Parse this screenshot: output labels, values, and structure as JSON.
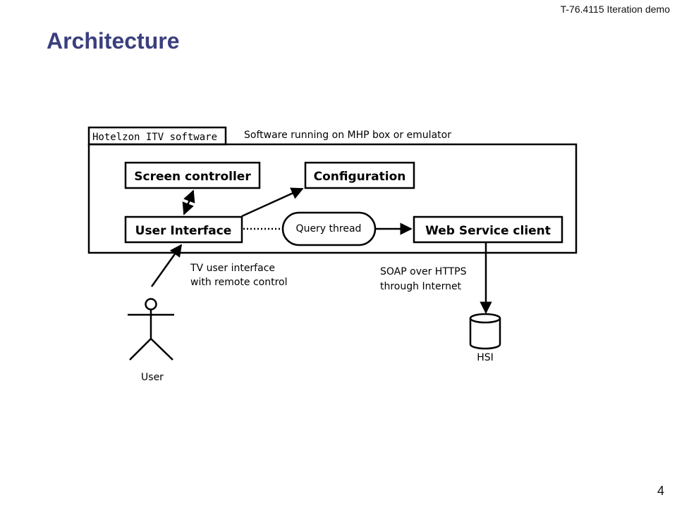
{
  "header": {
    "course": "T-76.4115 Iteration demo"
  },
  "slide": {
    "title": "Architecture",
    "page_number": "4"
  },
  "diagram": {
    "container_tab": "Hotelzon ITV software",
    "container_caption": "Software running on MHP box or emulator",
    "components": {
      "screen_controller": "Screen controller",
      "configuration": "Configuration",
      "user_interface": "User Interface",
      "query_thread": "Query thread",
      "web_service_client": "Web Service client"
    },
    "ui_note_line1": "TV user interface",
    "ui_note_line2": "with remote control",
    "soap_note_line1": "SOAP over HTTPS",
    "soap_note_line2": "through Internet",
    "actor_label": "User",
    "database_label": "HSI"
  }
}
